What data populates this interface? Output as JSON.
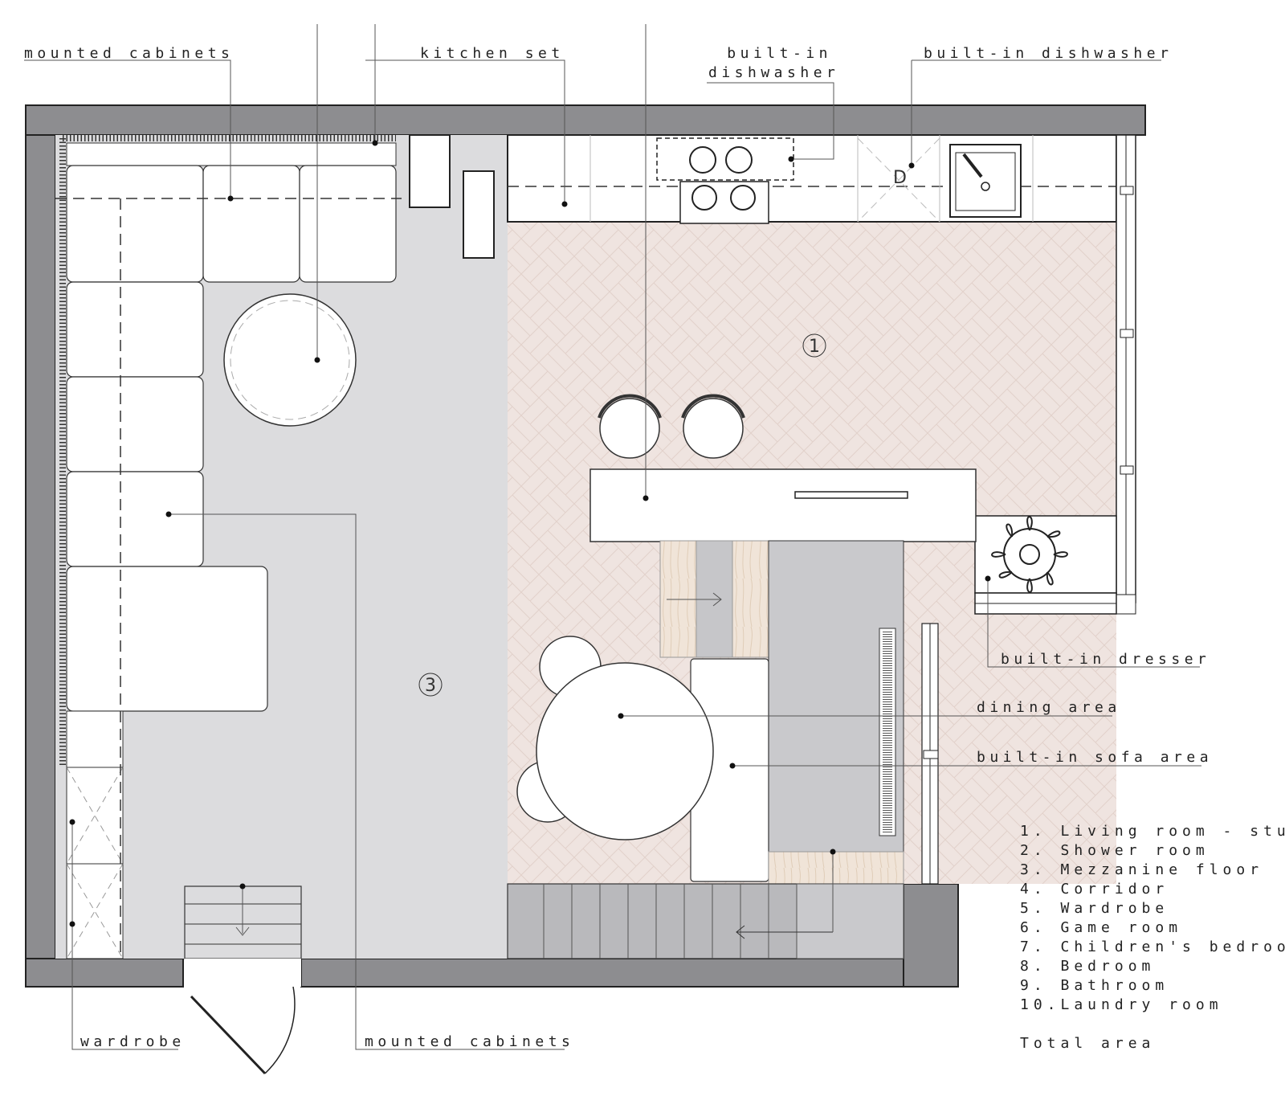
{
  "colors": {
    "wall": "#8d8d90",
    "mezzanine_floor": "#dcdcde",
    "herringbone_floor": "#efe4e0",
    "wood": "#f0e4d8",
    "stairs": "#b9b9bc",
    "line": "#222222"
  },
  "labels": {
    "mounted_cabinets_top": "mounted cabinets",
    "kitchen_set": "kitchen set",
    "built_in_dishwasher_1_line1": "built-in",
    "built_in_dishwasher_1_line2": "dishwasher",
    "built_in_dishwasher_2": "built-in dishwasher",
    "built_in_dresser": "built-in dresser",
    "dining_area": "dining area",
    "built_in_sofa_area": "built-in sofa area",
    "wardrobe": "wardrobe",
    "mounted_cabinets_bottom": "mounted cabinets",
    "dishwasher_mark": "D"
  },
  "room_markers": {
    "room_1": "1",
    "room_3": "3"
  },
  "legend": {
    "items": [
      "1. Living room - stu",
      "2. Shower room",
      "3. Mezzanine floor",
      "4. Corridor",
      "5. Wardrobe",
      "6. Game room",
      "7. Children's bedroo",
      "8. Bedroom",
      "9. Bathroom",
      "10.Laundry room"
    ],
    "total": "Total area"
  }
}
